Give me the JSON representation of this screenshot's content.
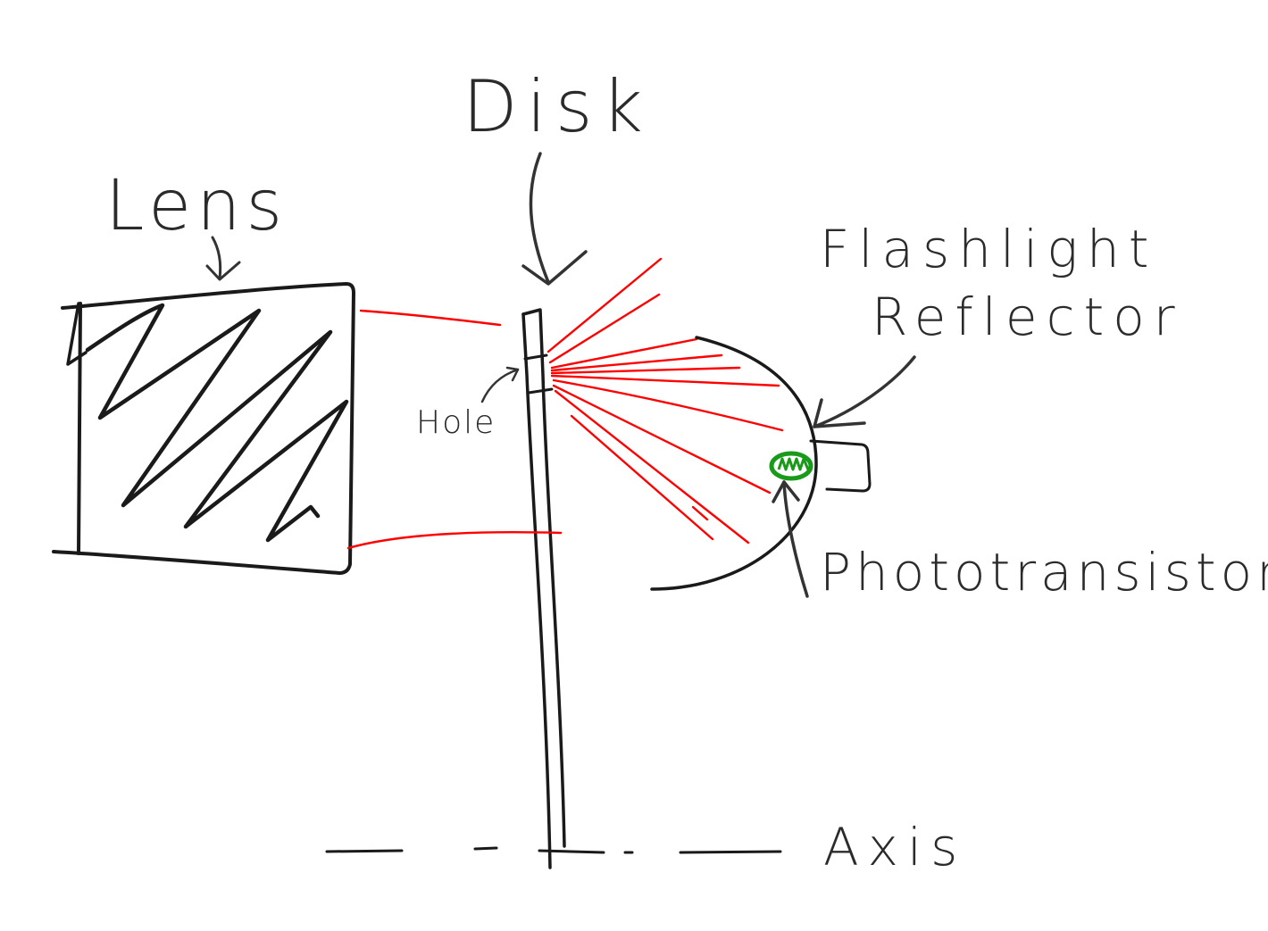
{
  "diagram": {
    "labels": {
      "disk": "Disk",
      "lens": "Lens",
      "flashlight": "Flashlight",
      "reflector": "Reflector",
      "hole": "Hole",
      "phototransistor": "Phototransistor",
      "axis": "Axis"
    },
    "colors": {
      "ink": "#1a1a1a",
      "light_rays": "#ff0000",
      "phototransistor": "#1a9a1a",
      "background": "#ffffff"
    }
  }
}
